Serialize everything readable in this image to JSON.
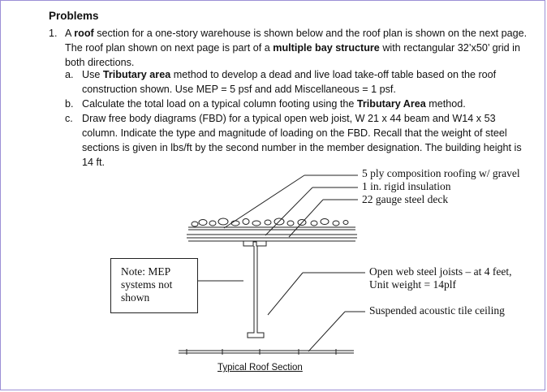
{
  "heading": "Problems",
  "item1": {
    "number": "1.",
    "segments": [
      {
        "t": "A "
      },
      {
        "t": "roof",
        "b": true
      },
      {
        "t": " section for a one-story warehouse is shown below and the roof plan is shown on the next page. The roof plan shown on next page is part of a "
      },
      {
        "t": "multiple bay structure",
        "b": true
      },
      {
        "t": " with rectangular 32’x50’ grid in both directions."
      }
    ]
  },
  "subitems": [
    {
      "letter": "a.",
      "segments": [
        {
          "t": "Use "
        },
        {
          "t": "Tributary area",
          "b": true
        },
        {
          "t": " method to develop a dead and live load take-off table based on the roof construction shown. Use MEP = 5 psf and add Miscellaneous = 1 psf."
        }
      ]
    },
    {
      "letter": "b.",
      "segments": [
        {
          "t": "Calculate the total load on a typical column footing using the "
        },
        {
          "t": "Tributary Area",
          "b": true
        },
        {
          "t": " method."
        }
      ]
    },
    {
      "letter": "c.",
      "segments": [
        {
          "t": "Draw free body diagrams (FBD) for a typical open web joist, W 21 x 44 beam and W14 x 53 column. Indicate the type and magnitude of loading on the FBD.  Recall that the weight of steel sections is given in lbs/ft by the second number in the member designation.  The building height is 14 ft."
        }
      ]
    }
  ],
  "diagram": {
    "callouts_top": [
      "5 ply composition roofing w/ gravel",
      "1 in. rigid insulation",
      "22 gauge steel deck"
    ],
    "callout_joist": [
      "Open web steel joists – at 4 feet,",
      "Unit weight = 14plf"
    ],
    "callout_ceiling": "Suspended acoustic tile ceiling",
    "note": [
      "Note:  MEP",
      "systems not",
      "shown"
    ],
    "caption": "Typical Roof Section"
  }
}
